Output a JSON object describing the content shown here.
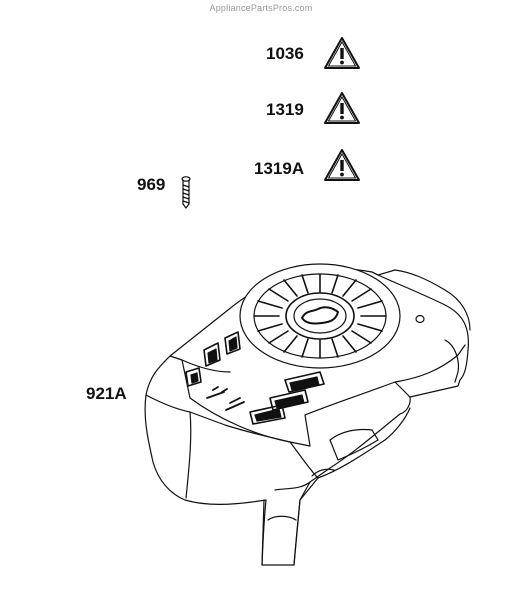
{
  "watermark": "AppliancePartsPros.com",
  "callouts": {
    "warning_1": "1036",
    "warning_2": "1319",
    "warning_3": "1319A",
    "screw": "969",
    "cover": "921A"
  },
  "icons": {
    "warning": "warning-triangle-icon",
    "screw": "screw-part",
    "cover": "blower-housing-cover-part"
  }
}
